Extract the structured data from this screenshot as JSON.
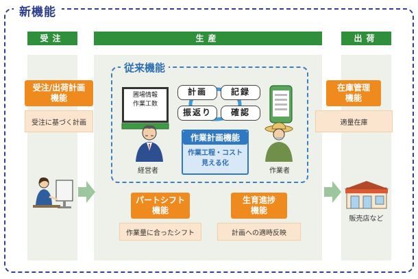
{
  "title": "新機能",
  "columns": {
    "left": "受注",
    "center": "生産",
    "right": "出荷"
  },
  "legacy": {
    "title": "従来機能",
    "monitor_lines": [
      "圃場情報",
      "作業工数"
    ],
    "cycle": [
      "計画",
      "記録",
      "振返り",
      "確認"
    ],
    "plan_feature": {
      "title": "作業計画機能",
      "body_lines": [
        "作業工程・コスト",
        "見える化"
      ]
    },
    "manager_label": "経営者",
    "worker_label": "作業者"
  },
  "cards": {
    "order_plan": {
      "title_lines": [
        "受注/出荷計画",
        "機能"
      ],
      "body": "受注に基づく計画"
    },
    "inventory": {
      "title_lines": [
        "在庫管理",
        "機能"
      ],
      "body": "適量在庫"
    },
    "part_shift": {
      "title_lines": [
        "パートシフト",
        "機能"
      ],
      "body": "作業量に合ったシフト"
    },
    "growth": {
      "title_lines": [
        "生育進捗",
        "機能"
      ],
      "body": "計画への適時反映"
    }
  },
  "store_label": "販売店など",
  "colors": {
    "navy": "#2d3f8f",
    "green": "#2f8f3a",
    "orange": "#ee8a1e",
    "blue": "#2f78c2"
  }
}
